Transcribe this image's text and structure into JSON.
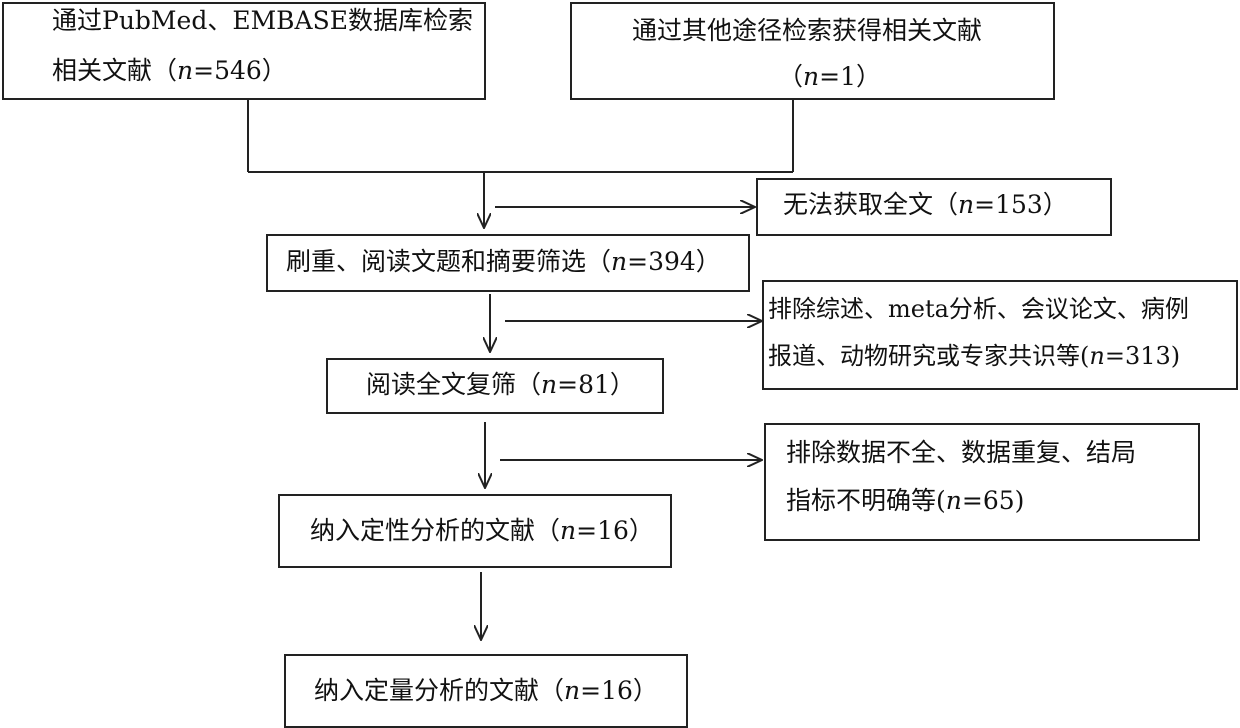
{
  "source_db": {
    "line1": "通过PubMed、EMBASE数据库检索",
    "line2_pre": "相关文献（",
    "n_label": "n",
    "line2_post": "=546）"
  },
  "source_other": {
    "line1": "通过其他途径检索获得相关文献",
    "line2_pre": "（",
    "n_label": "n",
    "line2_post": "=1）"
  },
  "exclude_fulltext": {
    "pre": "无法获取全文（",
    "n_label": "n",
    "post": "=153）"
  },
  "screen_title": {
    "pre": "刷重、阅读文题和摘要筛选（",
    "n_label": "n",
    "post": "=394）"
  },
  "exclude_review": {
    "line1": "排除综述、meta分析、会议论文、病例",
    "line2_pre": "报道、动物研究或专家共识等(",
    "n_label": "n",
    "line2_post": "=313)"
  },
  "fulltext_review": {
    "pre": "阅读全文复筛（",
    "n_label": "n",
    "post": "=81）"
  },
  "exclude_data": {
    "line1": "排除数据不全、数据重复、结局",
    "line2_pre": "指标不明确等(",
    "n_label": "n",
    "line2_post": "=65)"
  },
  "qualitative": {
    "pre": "纳入定性分析的文献（",
    "n_label": "n",
    "post": "=16）"
  },
  "quantitative": {
    "pre": "纳入定量分析的文献（",
    "n_label": "n",
    "post": "=16）"
  }
}
